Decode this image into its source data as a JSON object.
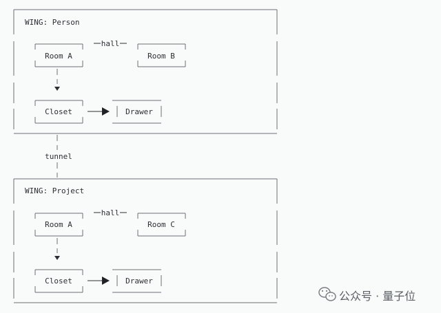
{
  "tunnel_label": "tunnel",
  "wings": [
    {
      "title": "WING: Person",
      "room_left": "Room A",
      "room_right": "Room B",
      "hall_label": "hall",
      "closet": "Closet",
      "drawer": "Drawer"
    },
    {
      "title": "WING: Project",
      "room_left": "Room A",
      "room_right": "Room C",
      "hall_label": "hall",
      "closet": "Closet",
      "drawer": "Drawer"
    }
  ],
  "watermark": {
    "icon": "wechat-icon",
    "account": "公众号 · 量子位"
  }
}
